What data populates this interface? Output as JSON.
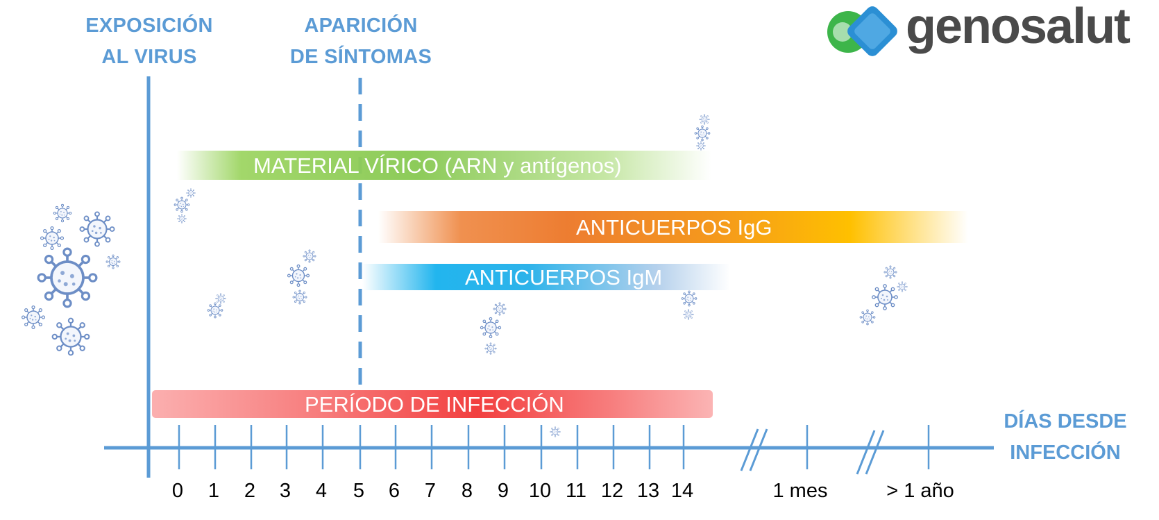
{
  "logo": {
    "text": "genosalut",
    "colors": {
      "green": "#3DB54A",
      "blue": "#2B8FD4",
      "text": "#4A4A4A"
    }
  },
  "events": {
    "exposure": [
      "EXPOSICIÓN",
      "AL VIRUS"
    ],
    "symptoms": [
      "APARICIÓN",
      "DE SÍNTOMAS"
    ]
  },
  "bars": {
    "viral_material": {
      "label": "MATERIAL VÍRICO (ARN y antígenos)",
      "color": "#92D050"
    },
    "igg": {
      "label": "ANTICUERPOS IgG",
      "color": "#ED7D31"
    },
    "igm": {
      "label": "ANTICUERPOS IgM",
      "color": "#00B0F0"
    },
    "infection": {
      "label": "PERÍODO DE INFECCIÓN",
      "color": "#F23F3F"
    }
  },
  "axis": {
    "title": [
      "DÍAS DESDE",
      "INFECCIÓN"
    ],
    "day_ticks": [
      "0",
      "1",
      "2",
      "3",
      "4",
      "5",
      "6",
      "7",
      "8",
      "9",
      "10",
      "11",
      "12",
      "13",
      "14"
    ],
    "extra_ticks": [
      "1 mes",
      "> 1 año"
    ],
    "color": "#5B9BD5"
  },
  "decoration": {
    "virus_icon": "coronavirus-icon",
    "virus_color": "#5B7FB5"
  }
}
